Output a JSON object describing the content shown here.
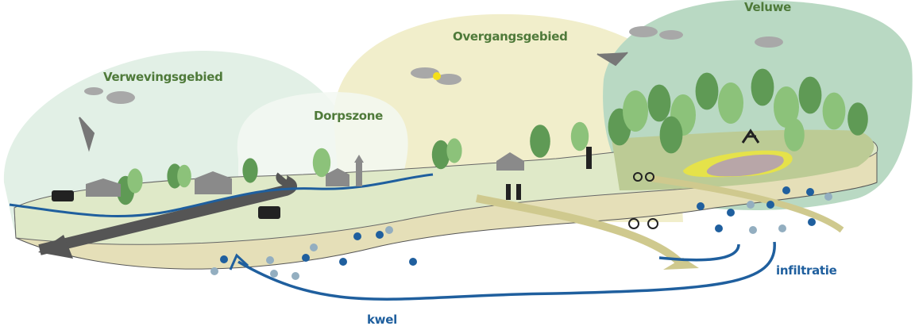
{
  "zones": {
    "verweving": "Verwevingsgebied",
    "dorpszone": "Dorpszone",
    "overgang": "Overgangsgebied",
    "veluwe": "Veluwe"
  },
  "water": {
    "infiltratie": "infiltratie",
    "kwel": "kwel"
  },
  "colors": {
    "label_green": "#4f7a3a",
    "water_blue": "#1f5f9e",
    "verweving_zone": "#e2f0e6",
    "overgang_zone": "#f1eecb",
    "veluwe_zone": "#b9d9c3",
    "tree_dark": "#5f9a55",
    "tree_light": "#8cc27a",
    "flow_arrow": "#cfc98e"
  }
}
